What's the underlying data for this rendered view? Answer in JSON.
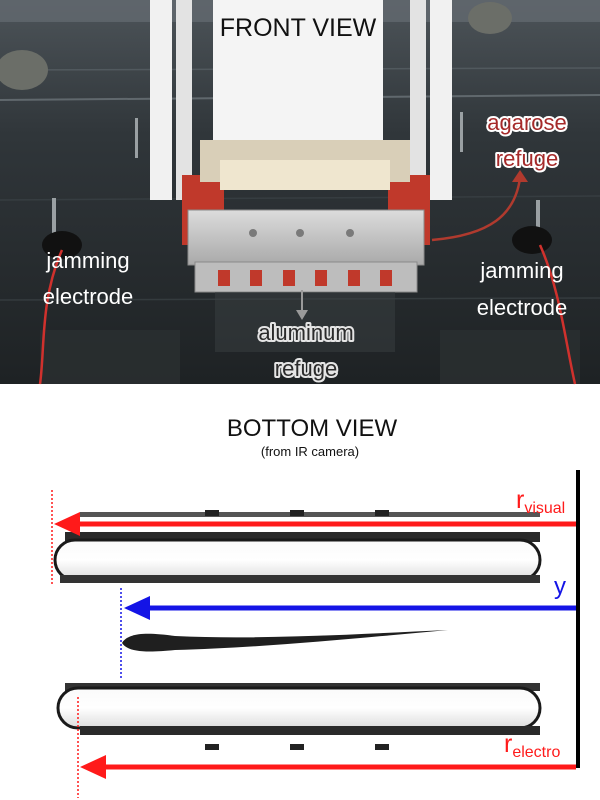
{
  "front_view": {
    "title": "FRONT VIEW",
    "labels": {
      "agarose_line1": "agarose",
      "agarose_line2": "refuge",
      "jam_left_line1": "jamming",
      "jam_left_line2": "electrode",
      "jam_right_line1": "jamming",
      "jam_right_line2": "electrode",
      "aluminum_line1": "aluminum",
      "aluminum_line2": "refuge"
    }
  },
  "bottom_view": {
    "title": "BOTTOM VIEW",
    "subtitle": "(from IR camera)",
    "arrows": {
      "r_visual": {
        "base": "r",
        "sub": "visual"
      },
      "y": {
        "base": "y"
      },
      "r_electro": {
        "base": "r",
        "sub": "electro"
      }
    }
  },
  "colors": {
    "red_arrow": "#ff1a1a",
    "blue_arrow": "#1414e6",
    "label_red": "#a52a2a",
    "refuge_red": "#c0392b",
    "aluminum": "#c9c9c9",
    "tank_dark": "#262a2c"
  }
}
